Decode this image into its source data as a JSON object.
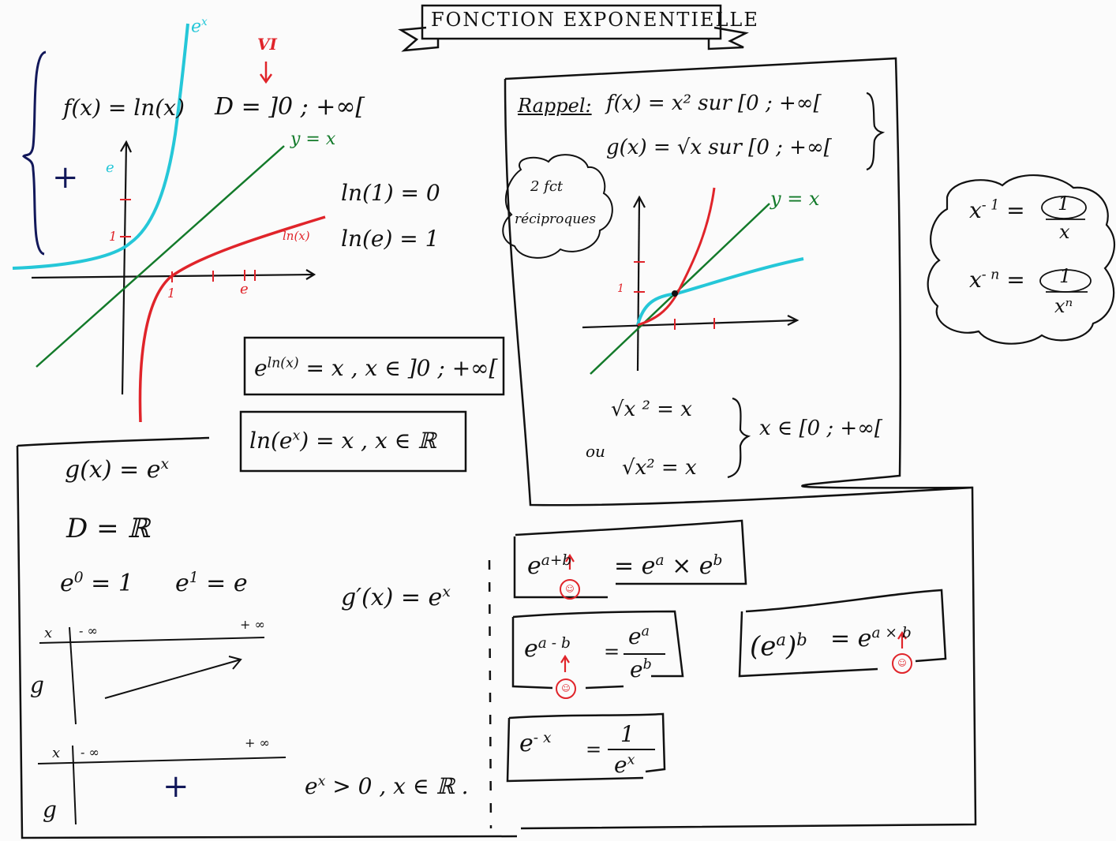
{
  "title": "FONCTION EXPONENTIELLE",
  "ln_panel": {
    "brace_sign": "+",
    "def": "f(x) = ln(x)",
    "domain": "D = ]0 ; +∞[",
    "vi": "VI",
    "y_eq_x": "y = x",
    "ex_curve_label": "e",
    "ex_curve_exp": "x",
    "ln_curve_label": "ln(x)",
    "e_tick": "e",
    "one_x": "1",
    "one_y": "1",
    "e_y": "e",
    "e_x": "e",
    "ln1": "ln(1) = 0",
    "lne": "ln(e) = 1",
    "box1_base": "e",
    "box1_exp": "ln(x)",
    "box1_rest": " = x  , x ∈ ]0 ; +∞[",
    "box2_a": "ln(e",
    "box2_exp": "x",
    "box2_b": ") = x ,   x ∈ ℝ"
  },
  "rappel": {
    "label": "Rappel:",
    "f_line": "f(x) = x² sur [0 ; +∞[",
    "g_line": "g(x) = √x   sur [0 ; +∞[",
    "cloud_1": "2 fct",
    "cloud_2": "réciproques",
    "y_eq_x": "y = x",
    "tick_1": "1",
    "sqrt_line": "√x ² = x",
    "ou": "ou",
    "sqrt2_line": "√x² = x",
    "domain": "x ∈ [0 ; +∞["
  },
  "cloud_right": {
    "l1_base": "x",
    "l1_exp": "- 1",
    "l1_num": "1",
    "l1_den": "x",
    "l2_base": "x",
    "l2_exp": "- n",
    "l2_num": "1",
    "l2_den": "xⁿ"
  },
  "exp_panel": {
    "def_base": "g(x) = e",
    "def_exp": "x",
    "domain": "D = ℝ",
    "e0_base": "e",
    "e0_exp": "0",
    "e0_rest": " = 1",
    "e1_base": "e",
    "e1_exp": "1",
    "e1_rest": " = e",
    "deriv_base": "g′(x) = e",
    "deriv_exp": "x",
    "t1_x": "x",
    "t1_minf": "- ∞",
    "t1_pinf": "+ ∞",
    "t1_g": "g",
    "t2_x": "x",
    "t2_minf": "- ∞",
    "t2_pinf": "+ ∞",
    "t2_g": "g",
    "t2_sign": "+",
    "positive_base": "e",
    "positive_exp": "x",
    "positive_rest": " > 0 , x ∈ ℝ ."
  },
  "rules": {
    "r1_base": "e",
    "r1_exp": "a+b",
    "r1_rhs": "= e",
    "r1_rhs_exp": "a",
    "r1_rhs2": " × e",
    "r1_rhs2_exp": "b",
    "r2_base": "e",
    "r2_exp": "a - b",
    "r2_eq": "=",
    "r2_num": "e",
    "r2_num_exp": "a",
    "r2_den": "e",
    "r2_den_exp": "b",
    "r3_lhs": "(e",
    "r3_lhs_exp": "a",
    "r3_lhs_close": ")",
    "r3_lhs_exp2": "b",
    "r3_rhs": "= e",
    "r3_rhs_exp": "a × b",
    "r4_base": "e",
    "r4_exp": "- x",
    "r4_eq": "=",
    "r4_num": "1",
    "r4_den": "e",
    "r4_den_exp": "x",
    "smiley": "☺"
  },
  "colors": {
    "ink": "#111111",
    "red": "#e0242a",
    "cyan": "#25c7d8",
    "green": "#137a2a",
    "navy": "#12185a"
  }
}
